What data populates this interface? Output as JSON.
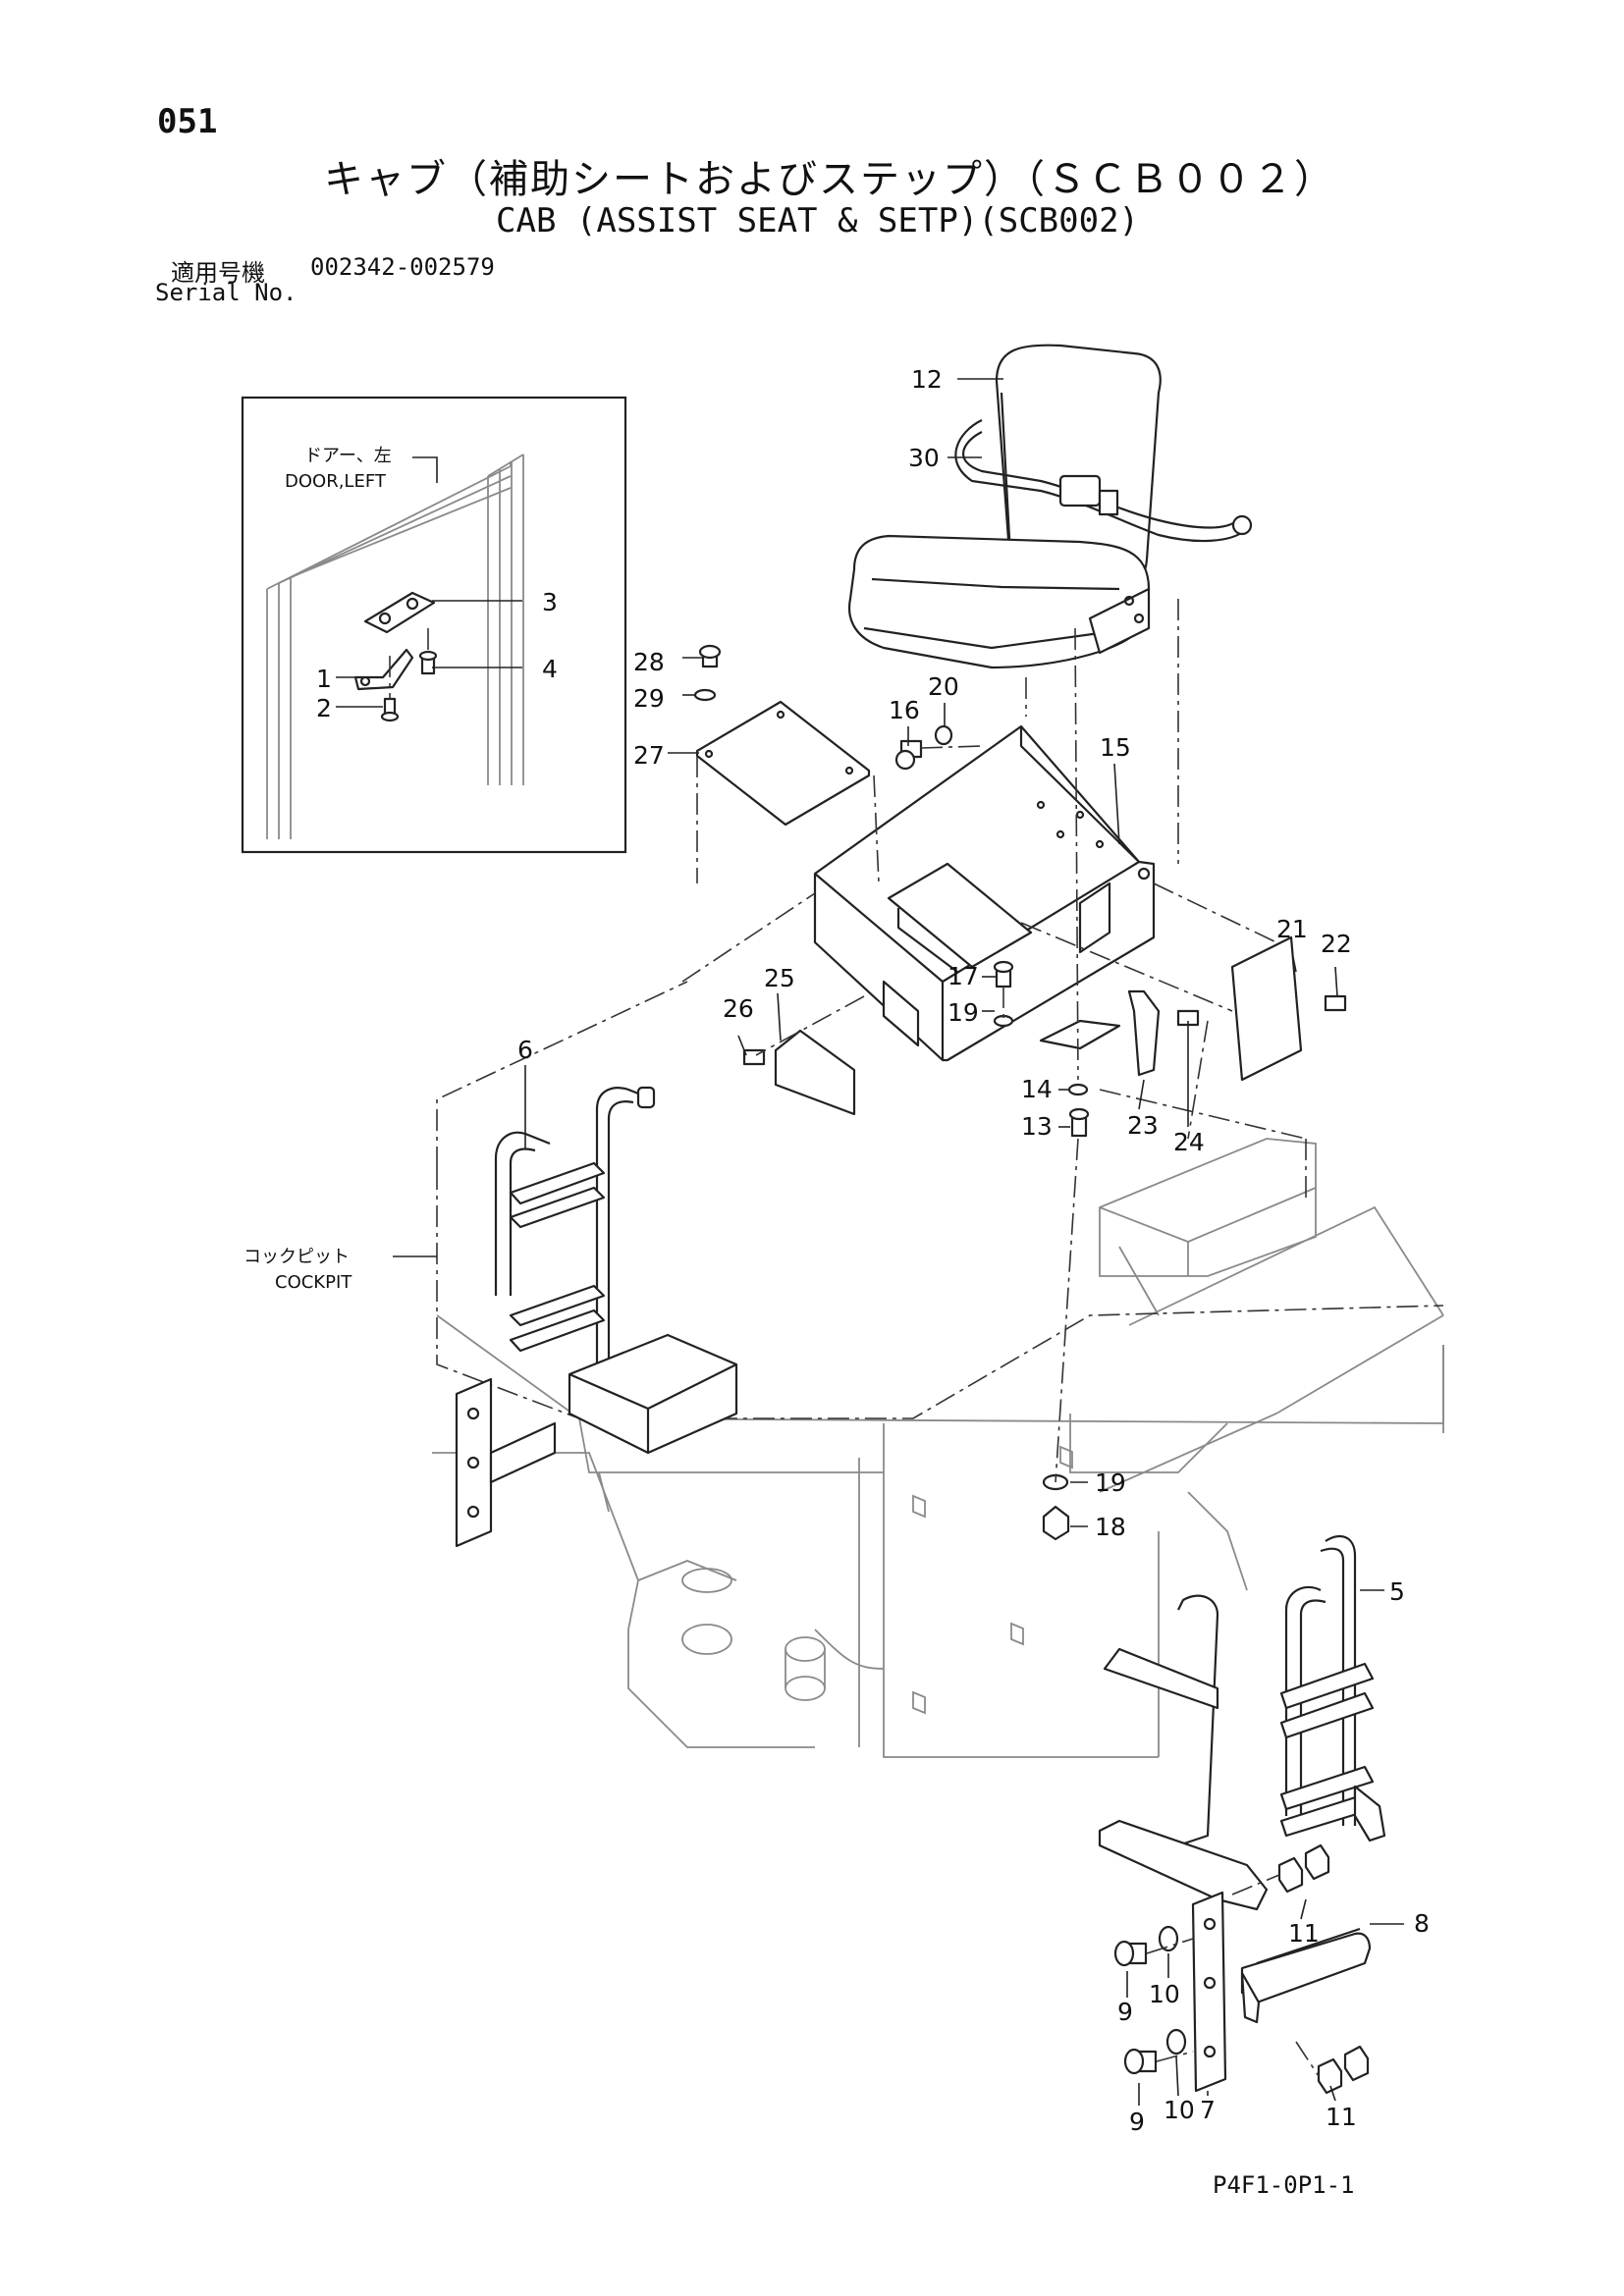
{
  "page_number": "051",
  "title_jp": "キャブ（補助シートおよびステップ）（ＳＣＢ００２）",
  "title_en": "CAB (ASSIST SEAT & SETP)(SCB002)",
  "serial": {
    "jp_label": "適用号機",
    "range": "002342-002579",
    "en_label": "Serial No."
  },
  "page_code": "P4F1-0P1-1",
  "inset_note": {
    "jp": "ドアー、左",
    "en": "DOOR,LEFT"
  },
  "cockpit_note": {
    "jp": "コックピット",
    "en": "COCKPIT"
  },
  "callouts": {
    "c1": "1",
    "c2": "2",
    "c3": "3",
    "c4": "4",
    "c5": "5",
    "c6": "6",
    "c7": "7",
    "c8": "8",
    "c9a": "9",
    "c9b": "9",
    "c10a": "10",
    "c10b": "10",
    "c11a": "11",
    "c11b": "11",
    "c12": "12",
    "c13": "13",
    "c14": "14",
    "c15": "15",
    "c16": "16",
    "c17": "17",
    "c18": "18",
    "c19a": "19",
    "c19b": "19",
    "c20": "20",
    "c21": "21",
    "c22": "22",
    "c23": "23",
    "c24": "24",
    "c25": "25",
    "c26": "26",
    "c27": "27",
    "c28": "28",
    "c29": "29",
    "c30": "30"
  }
}
